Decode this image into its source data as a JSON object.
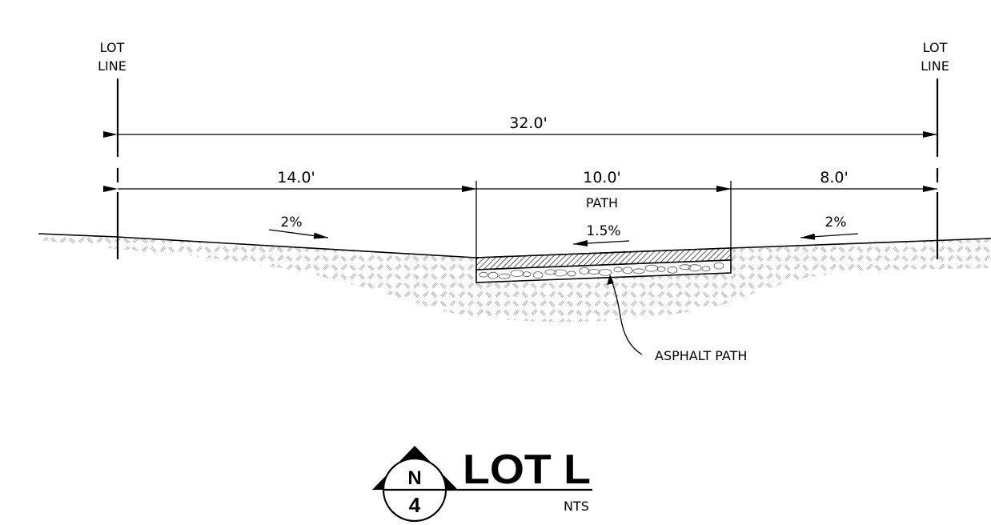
{
  "lot_line_left": [
    "LOT",
    "LINE"
  ],
  "lot_line_right": [
    "LOT",
    "LINE"
  ],
  "dimensions": {
    "overall": "32.0'",
    "left": "14.0'",
    "center": "10.0'",
    "center_sub": "PATH",
    "right": "8.0'"
  },
  "slopes": {
    "left": "2%",
    "center": "1.5%",
    "right": "2%"
  },
  "callout": "ASPHALT PATH",
  "title_block": {
    "north_letter": "N",
    "number": "4",
    "title": "LOT L",
    "scale": "NTS"
  }
}
